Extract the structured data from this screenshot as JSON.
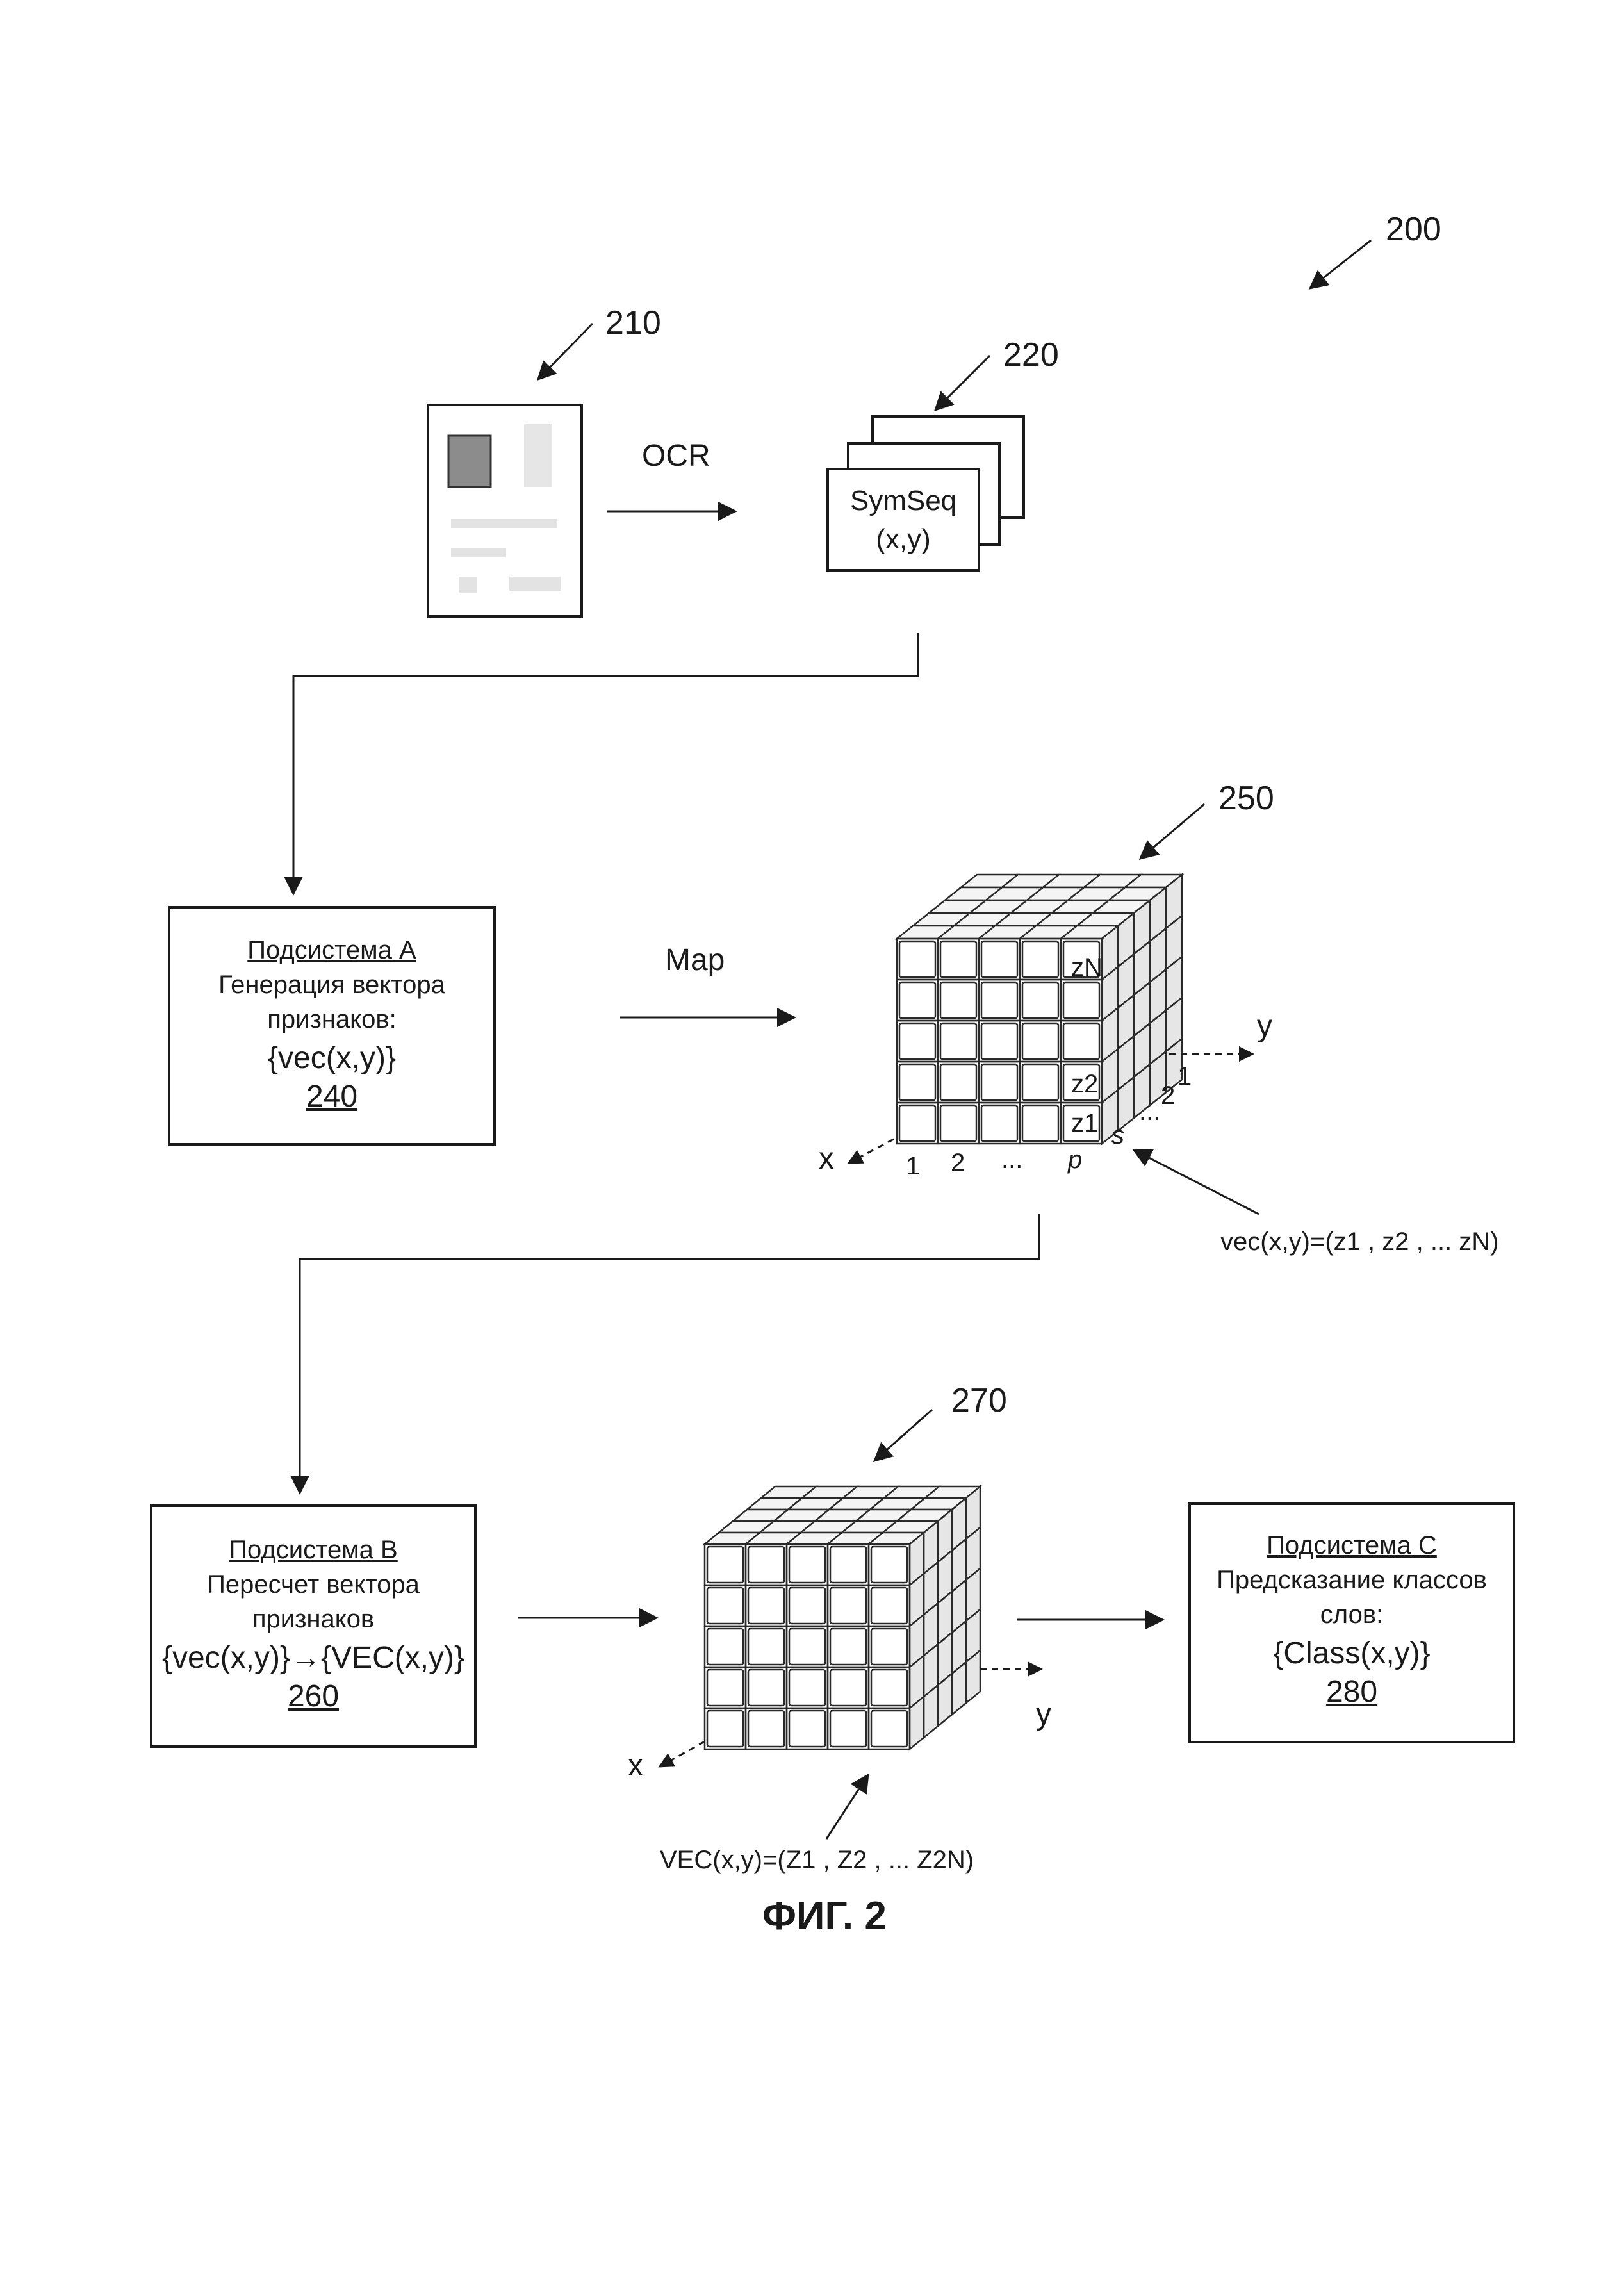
{
  "refs": {
    "system": "200",
    "document": "210",
    "symseq_stack": "220",
    "cube_a": "250",
    "cube_b": "270"
  },
  "ocr_label": "OCR",
  "map_label": "Map",
  "symseq": {
    "line1": "SymSeq",
    "line2": "(x,y)"
  },
  "subsystem_a": {
    "title": "Подсистема А",
    "line1": "Генерация вектора",
    "line2": "признаков:",
    "formula": "{vec(x,y)}",
    "number": "240"
  },
  "subsystem_b": {
    "title": "Подсистема В",
    "line1": "Пересчет вектора",
    "line2": "признаков",
    "formula": "{vec(x,y)}→{VEC(x,y)}",
    "number": "260"
  },
  "subsystem_c": {
    "title": "Подсистема С",
    "line1": "Предсказание классов",
    "line2": "слов:",
    "formula": "{Class(x,y)}",
    "number": "280"
  },
  "cube_a_labels": {
    "zN": "zN",
    "z2": "z2",
    "z1": "z1",
    "x_axis": "x",
    "y_axis": "y",
    "x1": "1",
    "x2": "2",
    "xdots": "...",
    "xp": "p",
    "ys": "s",
    "ydots": "...",
    "y2": "2",
    "y1": "1",
    "vector_formula": "vec(x,y)=(z1 , z2 , ... zN)"
  },
  "cube_b_labels": {
    "x_axis": "x",
    "y_axis": "y",
    "vector_formula": "VEC(x,y)=(Z1 , Z2 , ... Z2N)"
  },
  "caption": "ФИГ. 2"
}
